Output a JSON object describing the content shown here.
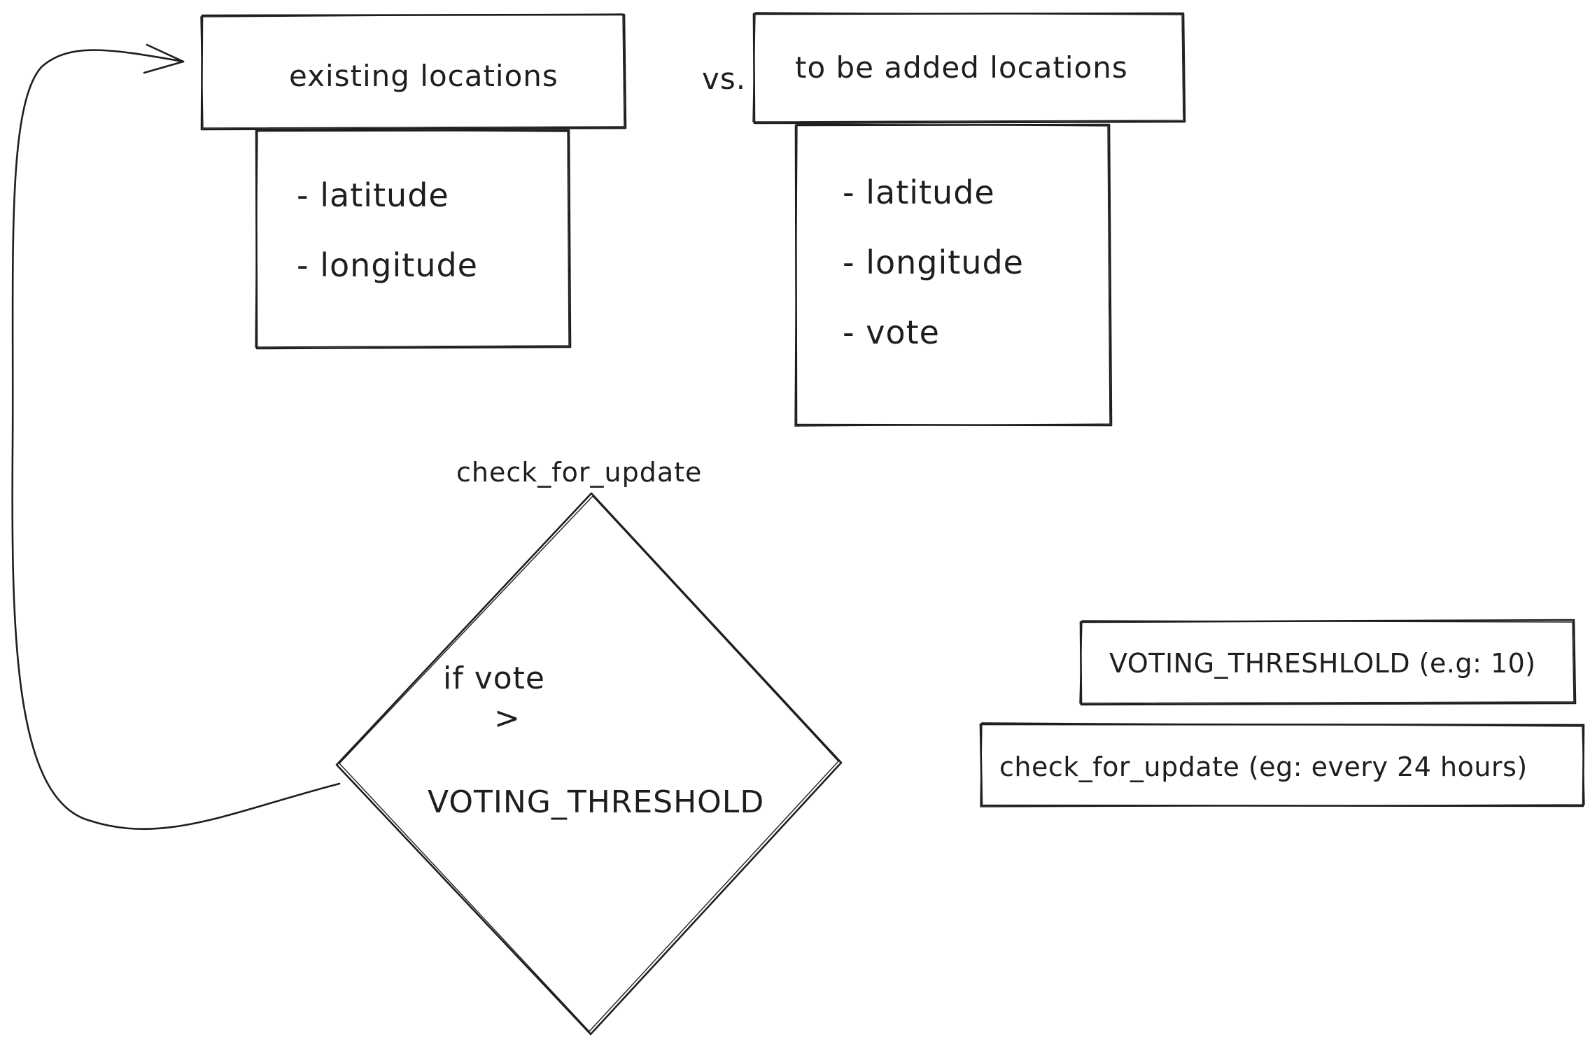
{
  "existing": {
    "title": "existing locations",
    "items": [
      "- latitude",
      "- longitude"
    ]
  },
  "separator": "vs.",
  "to_be_added": {
    "title": "to be added locations",
    "items": [
      "- latitude",
      "- longitude",
      "- vote"
    ]
  },
  "decision": {
    "label": "check_for_update",
    "line1": "if vote",
    "line2": ">",
    "line3": "VOTING_THRESHOLD"
  },
  "config": {
    "threshold": "VOTING_THRESHLOLD (e.g: 10)",
    "schedule": "check_for_update (eg: every 24 hours)"
  }
}
